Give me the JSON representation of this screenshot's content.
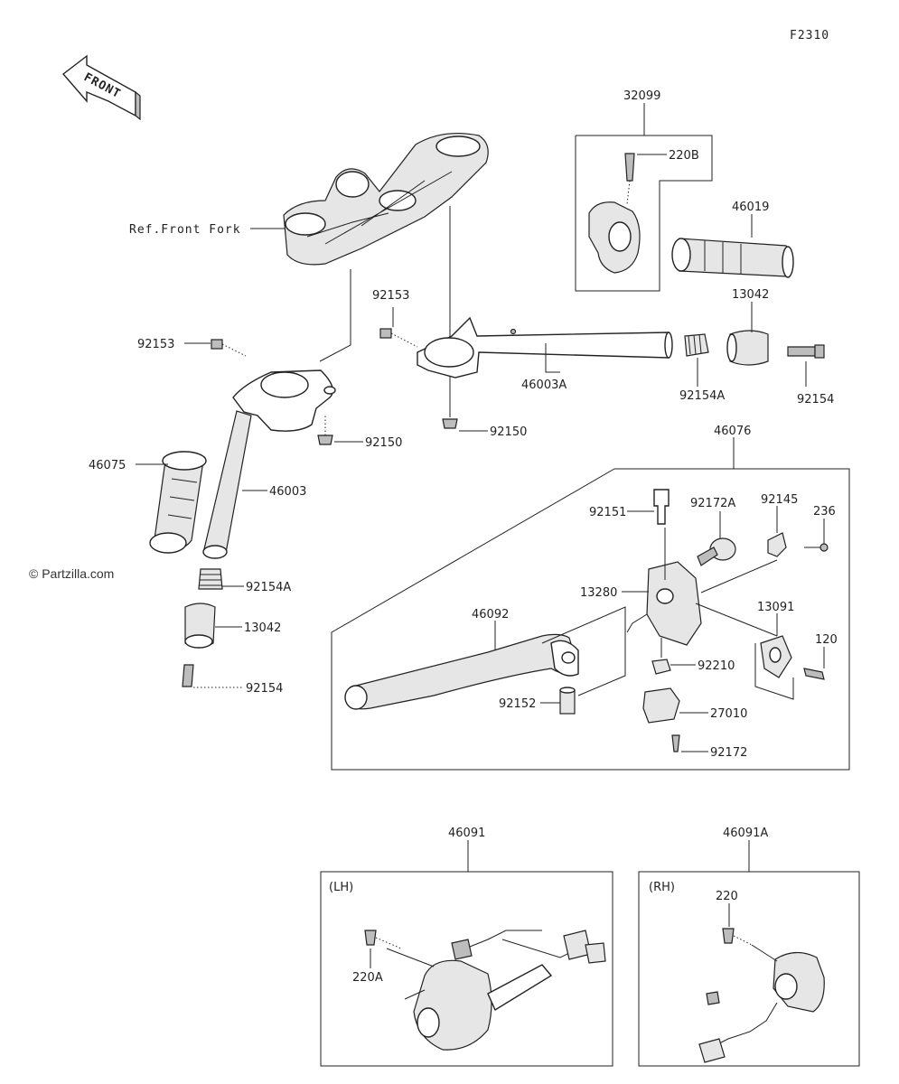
{
  "diagram_code": "F2310",
  "front_arrow_label": "FRONT",
  "ref_front_fork": "Ref.Front Fork",
  "watermark": "© Partzilla.com",
  "labels": {
    "p32099": "32099",
    "p220B": "220B",
    "p46019": "46019",
    "p13042_top": "13042",
    "p92153_top": "92153",
    "p92153_left": "92153",
    "p46003A": "46003A",
    "p92154A_top": "92154A",
    "p92154_top": "92154",
    "p92150_mid": "92150",
    "p92150_left": "92150",
    "p46075": "46075",
    "p46003": "46003",
    "p92154A_left": "92154A",
    "p13042_left": "13042",
    "p92154_left": "92154",
    "p46076": "46076",
    "p92151": "92151",
    "p92172A": "92172A",
    "p92145": "92145",
    "p236": "236",
    "p13280": "13280",
    "p46092": "46092",
    "p13091": "13091",
    "p120": "120",
    "p92210": "92210",
    "p92152": "92152",
    "p27010": "27010",
    "p92172": "92172",
    "p46091": "46091",
    "p46091A": "46091A",
    "lh": "(LH)",
    "rh": "(RH)",
    "p220A": "220A",
    "p220": "220"
  }
}
